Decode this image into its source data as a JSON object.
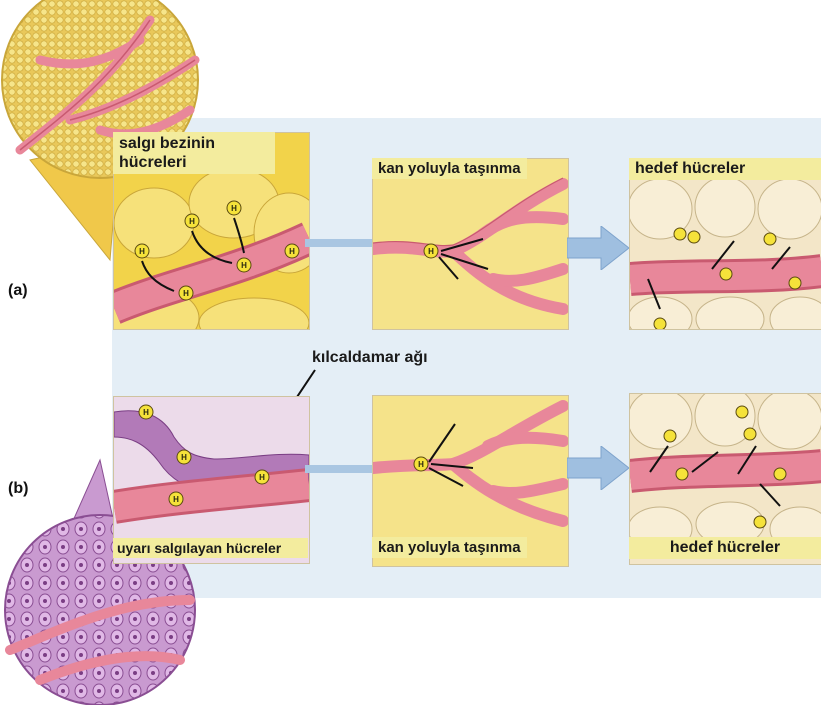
{
  "row_a": {
    "tag": "(a)",
    "gland_cells_label_line1": "salgı bezinin",
    "gland_cells_label_line2": "hücreleri",
    "transport_label": "kan yoluyla taşınma",
    "target_label": "hedef hücreler"
  },
  "row_b": {
    "tag": "(b)",
    "neuro_cells_label": "uyarı salgılayan hücreler",
    "transport_label": "kan yoluyla taşınma",
    "target_label": "hedef hücreler"
  },
  "capillary_label": "kılcaldamar ağı",
  "hormone_letter": "H",
  "colors": {
    "vessel": "#e8879a",
    "vessel_dark": "#c95a70",
    "gland_yellow": "#f2d34a",
    "neuro_purple": "#b27ab8",
    "target_cream": "#f3e6c8",
    "arrow_blue": "#9fbfe0",
    "background_panel": "#e4eef6"
  }
}
